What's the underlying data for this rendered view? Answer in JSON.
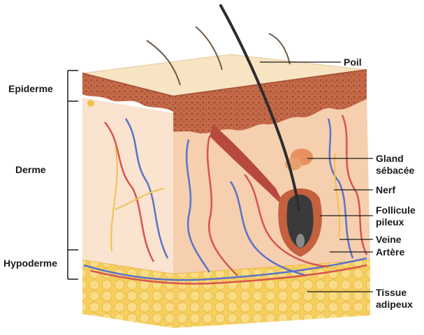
{
  "labels": {
    "left": {
      "epiderme": "Epiderme",
      "derme": "Derme",
      "hypoderme": "Hypoderme"
    },
    "right": {
      "poil": "Poil",
      "gland_line1": "Gland",
      "gland_line2": "sébacée",
      "nerf": "Nerf",
      "follicule_line1": "Follicule",
      "follicule_line2": "pileux",
      "veine": "Veine",
      "artere": "Artère",
      "tissue_line1": "Tissue",
      "tissue_line2": "adipeux"
    }
  },
  "colors": {
    "epidermis_top": "#f6e2bf",
    "epidermis_band": "#c96f4e",
    "dermis_front": "#f5d2b5",
    "dermis_side": "#f9e0cb",
    "fat": "#f7d36a",
    "vein": "#5a73c7",
    "artery": "#d9534f",
    "nerve": "#f0c24f",
    "hair": "#2d2d2d"
  }
}
